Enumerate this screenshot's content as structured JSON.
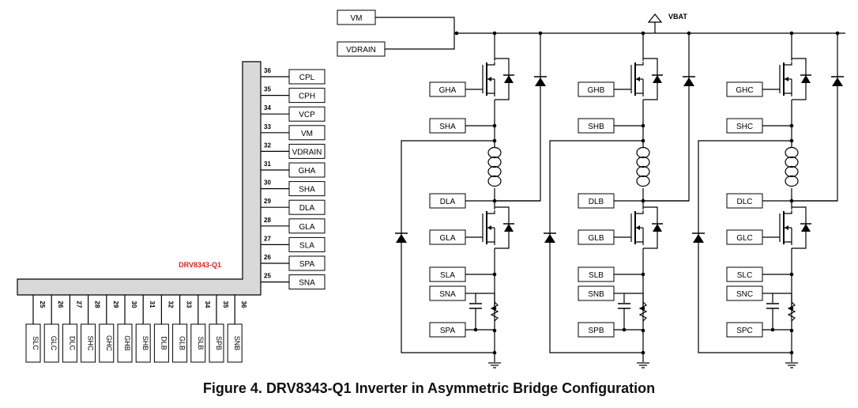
{
  "caption": "Figure 4. DRV8343-Q1 Inverter in Asymmetric Bridge Configuration",
  "chip": {
    "label": "DRV8343-Q1",
    "label_color": "#e0201c",
    "body_color": "#d9d9d9",
    "right_pins": [
      {
        "num": "36",
        "name": "CPL"
      },
      {
        "num": "35",
        "name": "CPH"
      },
      {
        "num": "34",
        "name": "VCP"
      },
      {
        "num": "33",
        "name": "VM"
      },
      {
        "num": "32",
        "name": "VDRAIN"
      },
      {
        "num": "31",
        "name": "GHA"
      },
      {
        "num": "30",
        "name": "SHA"
      },
      {
        "num": "29",
        "name": "DLA"
      },
      {
        "num": "28",
        "name": "GLA"
      },
      {
        "num": "27",
        "name": "SLA"
      },
      {
        "num": "26",
        "name": "SPA"
      },
      {
        "num": "25",
        "name": "SNA"
      }
    ],
    "bottom_pins": [
      {
        "num": "25",
        "name": "SLC"
      },
      {
        "num": "26",
        "name": "GLC"
      },
      {
        "num": "27",
        "name": "DLC"
      },
      {
        "num": "28",
        "name": "SHC"
      },
      {
        "num": "29",
        "name": "GHC"
      },
      {
        "num": "30",
        "name": "GHB"
      },
      {
        "num": "31",
        "name": "SHB"
      },
      {
        "num": "32",
        "name": "DLB"
      },
      {
        "num": "33",
        "name": "GLB"
      },
      {
        "num": "34",
        "name": "SLB"
      },
      {
        "num": "35",
        "name": "SPB"
      },
      {
        "num": "36",
        "name": "SNB"
      }
    ]
  },
  "supply": {
    "vm": "VM",
    "vdrain": "VDRAIN",
    "vbat": "VBAT"
  },
  "phases": [
    {
      "gh": "GHA",
      "sh": "SHA",
      "dl": "DLA",
      "gl": "GLA",
      "sl": "SLA",
      "sn": "SNA",
      "sp": "SPA"
    },
    {
      "gh": "GHB",
      "sh": "SHB",
      "dl": "DLB",
      "gl": "GLB",
      "sl": "SLB",
      "sn": "SNB",
      "sp": "SPB"
    },
    {
      "gh": "GHC",
      "sh": "SHC",
      "dl": "DLC",
      "gl": "GLC",
      "sl": "SLC",
      "sn": "SNC",
      "sp": "SPC"
    }
  ]
}
